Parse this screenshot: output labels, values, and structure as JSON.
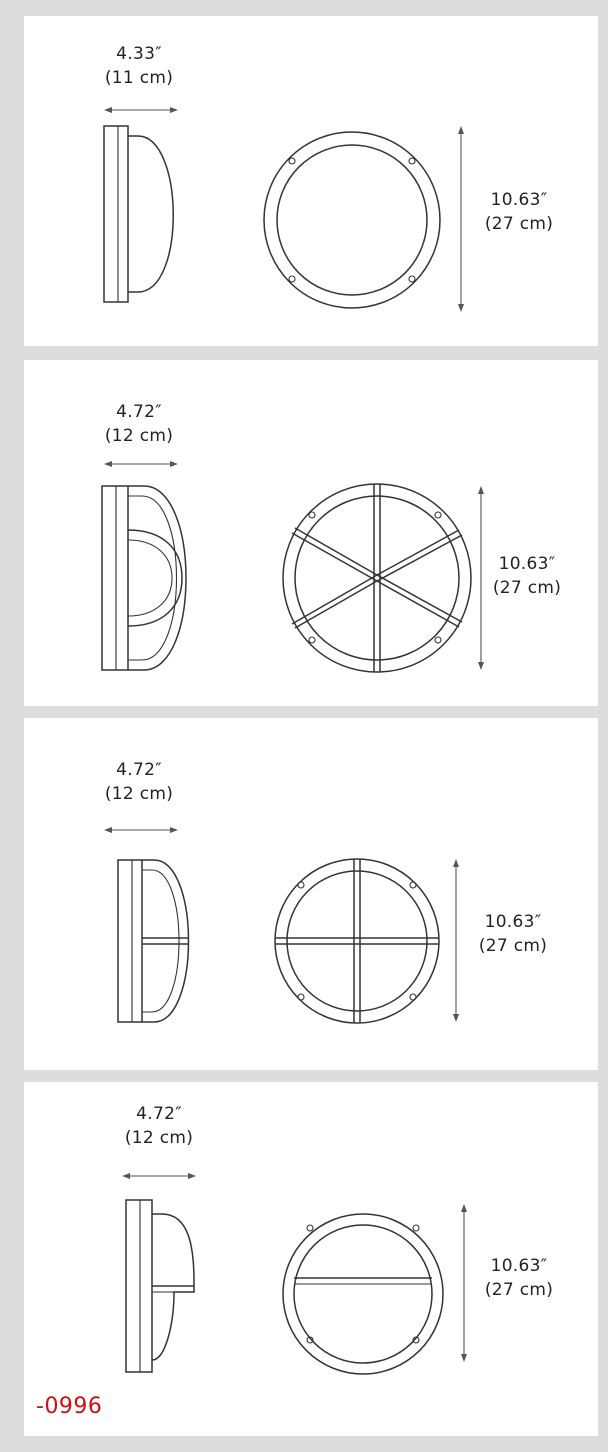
{
  "panels": [
    {
      "depth_in": "4.33″",
      "depth_cm": "(11 cm)",
      "height_in": "10.63″",
      "height_cm": "(27 cm)",
      "grille": "none"
    },
    {
      "depth_in": "4.72″",
      "depth_cm": "(12 cm)",
      "height_in": "10.63″",
      "height_cm": "(27 cm)",
      "grille": "six-bar"
    },
    {
      "depth_in": "4.72″",
      "depth_cm": "(12 cm)",
      "height_in": "10.63″",
      "height_cm": "(27 cm)",
      "grille": "cross"
    },
    {
      "depth_in": "4.72″",
      "depth_cm": "(12 cm)",
      "height_in": "10.63″",
      "height_cm": "(27 cm)",
      "grille": "half-eyelid"
    }
  ],
  "product_code": "-0996",
  "colors": {
    "background": "#dcdcdc",
    "panel": "#ffffff",
    "line": "#333333",
    "code": "#cc1111"
  }
}
